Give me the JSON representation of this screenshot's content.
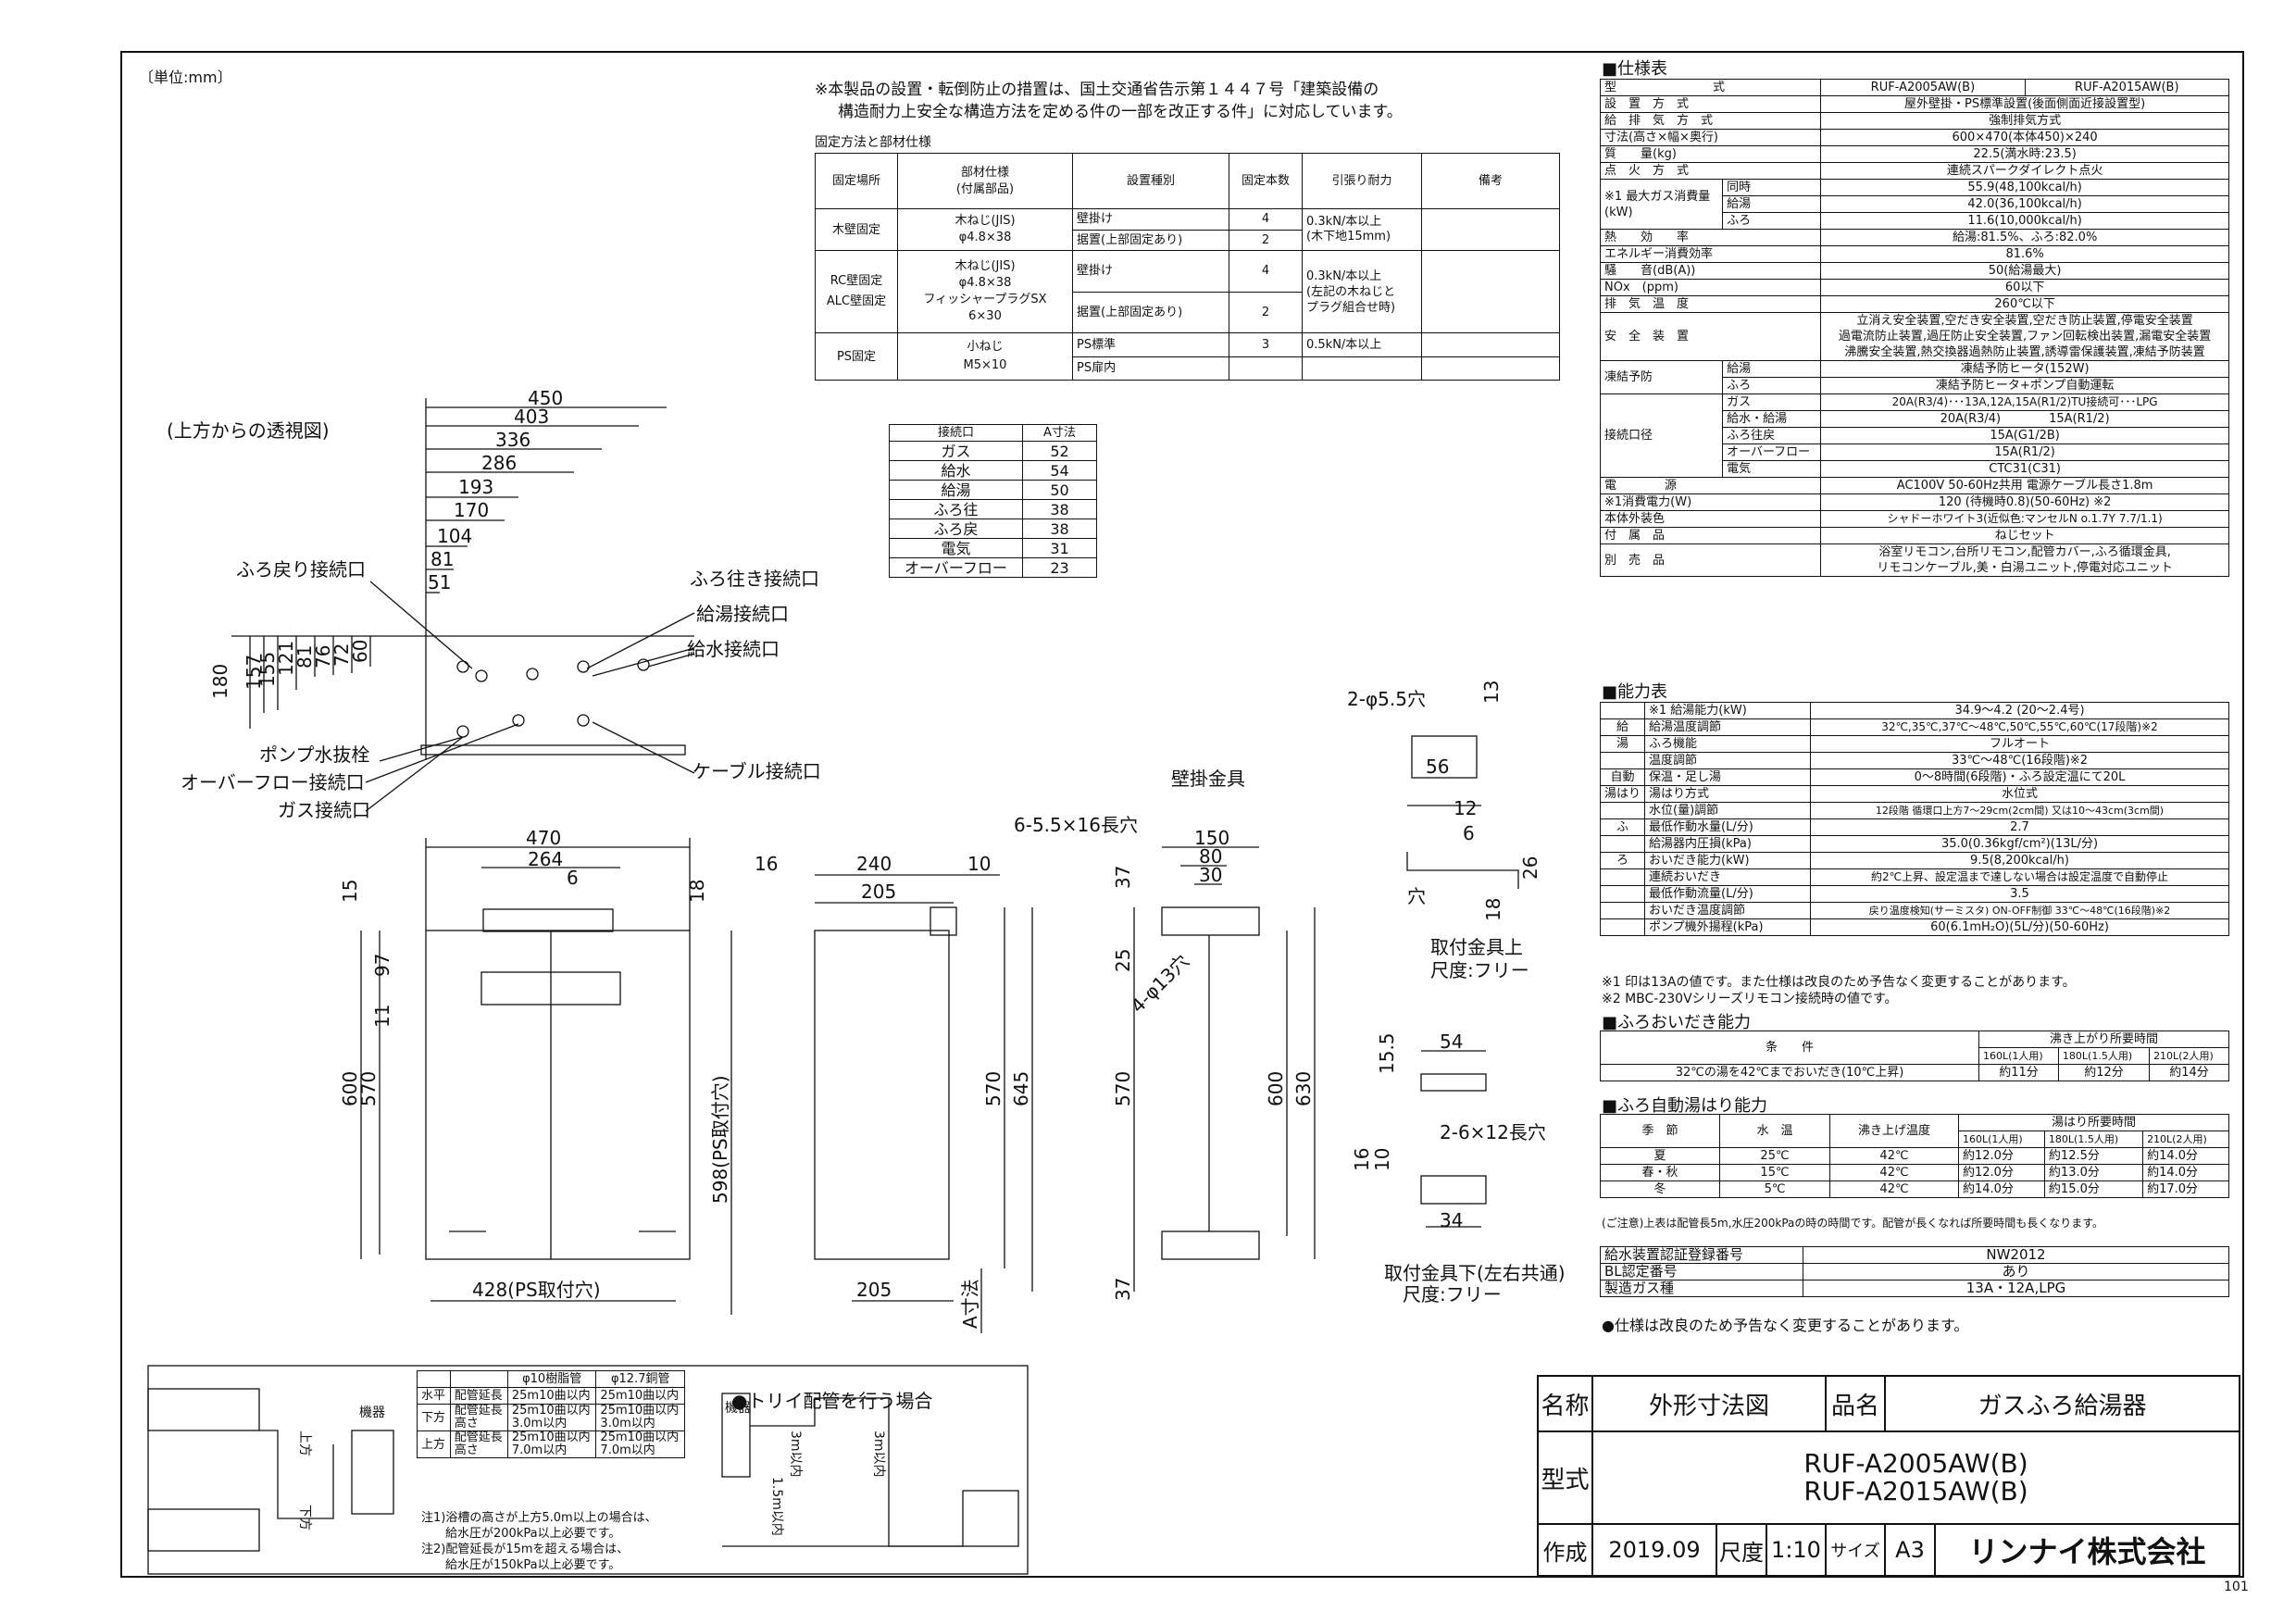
{
  "unit_label": "〔単位:mm〕",
  "notice": [
    "※本製品の設置・転倒防止の措置は、国土交通省告示第１４４７号「建築設備の",
    "構造耐力上安全な構造方法を定める件の一部を改正する件」に対応しています。"
  ],
  "fix_table": {
    "caption": "固定方法と部材仕様",
    "headers": [
      "固定場所",
      "部材仕様\n(付属部品)",
      "設置種別",
      "固定本数",
      "引張り耐力",
      "備考"
    ],
    "rows": [
      {
        "place": "木壁固定",
        "parts": "木ねじ(JIS)\nφ4.8×38",
        "kinds": [
          "壁掛け",
          "据置(上部固定あり)"
        ],
        "counts": [
          "4",
          "2"
        ],
        "strength": "0.3kN/本以上\n(木下地15mm)"
      },
      {
        "place": "RC壁固定\nALC壁固定",
        "parts": "木ねじ(JIS)\nφ4.8×38\nフィッシャープラグSX\n6×30",
        "kinds": [
          "壁掛け",
          "据置(上部固定あり)"
        ],
        "counts": [
          "4",
          "2"
        ],
        "strength": "0.3kN/本以上\n(左記の木ねじと\nプラグ組合せ時)"
      },
      {
        "place": "PS固定",
        "parts": "小ねじ\nM5×10",
        "kinds": [
          "PS標準",
          "PS扉内"
        ],
        "counts": [
          "3",
          ""
        ],
        "strength": "0.5kN/本以上"
      }
    ]
  },
  "conn_table": {
    "headers": [
      "接続口",
      "A寸法"
    ],
    "rows": [
      [
        "ガス",
        "52"
      ],
      [
        "給水",
        "54"
      ],
      [
        "給湯",
        "50"
      ],
      [
        "ふろ往",
        "38"
      ],
      [
        "ふろ戻",
        "38"
      ],
      [
        "電気",
        "31"
      ],
      [
        "オーバーフロー",
        "23"
      ]
    ]
  },
  "top_view": {
    "title": "(上方からの透視図)",
    "dims_h": [
      "450",
      "403",
      "336",
      "286",
      "193",
      "170",
      "104",
      "81",
      "51"
    ],
    "dims_v": [
      "180",
      "157",
      "155",
      "121",
      "81",
      "76",
      "72",
      "60"
    ],
    "labels": [
      "ふろ戻り接続口",
      "ふろ往き接続口",
      "給湯接続口",
      "給水接続口",
      "ポンプ水抜栓",
      "オーバーフロー接続口",
      "ガス接続口",
      "ケーブル接続口"
    ]
  },
  "front_view": {
    "dims": [
      "470",
      "264",
      "6",
      "15",
      "18",
      "97",
      "11",
      "600",
      "570",
      "598(PS取付穴)",
      "428(PS取付穴)"
    ]
  },
  "side_view": {
    "dims": [
      "16",
      "240",
      "10",
      "205",
      "570",
      "645",
      "205",
      "A寸法"
    ]
  },
  "bracket": {
    "title": "壁掛金具",
    "dims": [
      "6-5.5×16長穴",
      "150",
      "80",
      "30",
      "37",
      "25",
      "4-φ13穴",
      "570",
      "600",
      "630",
      "37"
    ],
    "upper": {
      "dims": [
        "2-φ5.5穴",
        "13",
        "56",
        "12",
        "6",
        "26",
        "18"
      ],
      "label": "穴",
      "caption": "取付金具上",
      "scale": "尺度:フリー"
    },
    "lower": {
      "dims": [
        "54",
        "15.5",
        "2-6×12長穴",
        "16",
        "10",
        "34"
      ],
      "caption": "取付金具下(左右共通)",
      "scale": "尺度:フリー"
    }
  },
  "spec": {
    "title": "■仕様表",
    "model_label": "型　　　　　　　　式",
    "models": [
      "RUF-A2005AW(B)",
      "RUF-A2015AW(B)"
    ],
    "rows": [
      [
        "設　置　方　式",
        "屋外壁掛・PS標準設置(後面側面近接設置型)"
      ],
      [
        "給　排　気　方　式",
        "強制排気方式"
      ],
      [
        "寸法(高さ×幅×奥行)",
        "600×470(本体450)×240"
      ],
      [
        "質　　量(kg)",
        "22.5(満水時:23.5)"
      ],
      [
        "点　火　方　式",
        "連続スパークダイレクト点火"
      ]
    ],
    "gas": {
      "label": "※1 最大ガス消費量\n(kW)",
      "items": [
        [
          "同時",
          "55.9(48,100kcal/h)"
        ],
        [
          "給湯",
          "42.0(36,100kcal/h)"
        ],
        [
          "ふろ",
          "11.6(10,000kcal/h)"
        ]
      ]
    },
    "rows2": [
      [
        "熱　　効　　率",
        "給湯:81.5%、ふろ:82.0%"
      ],
      [
        "エネルギー消費効率",
        "81.6%"
      ],
      [
        "騒　　音(dB(A))",
        "50(給湯最大)"
      ],
      [
        "NOx　(ppm)",
        "60以下"
      ],
      [
        "排　気　温　度",
        "260℃以下"
      ]
    ],
    "safety": {
      "label": "安　全　装　置",
      "text": [
        "立消え安全装置,空だき安全装置,空だき防止装置,停電安全装置",
        "過電流防止装置,過圧防止安全装置,ファン回転検出装置,漏電安全装置",
        "沸騰安全装置,熱交換器過熱防止装置,誘導雷保護装置,凍結予防装置"
      ]
    },
    "freeze": {
      "label": "凍結予防",
      "items": [
        [
          "給湯",
          "凍結予防ヒータ(152W)"
        ],
        [
          "ふろ",
          "凍結予防ヒータ+ポンプ自動運転"
        ]
      ]
    },
    "conn": {
      "label": "接続口径",
      "items": [
        [
          "ガス",
          "20A(R3/4)･･･13A,12A,15A(R1/2)TU接続可･･･LPG"
        ],
        [
          "給水・給湯",
          "20A(R3/4)　　　　15A(R1/2)"
        ],
        [
          "ふろ往戻",
          "15A(G1/2B)"
        ],
        [
          "オーバーフロー",
          "15A(R1/2)"
        ],
        [
          "電気",
          "CTC31(C31)"
        ]
      ]
    },
    "rows3": [
      [
        "電　　　　源",
        "AC100V 50-60Hz共用 電源ケーブル長さ1.8m"
      ],
      [
        "※1消費電力(W)",
        "120 (待機時0.8)(50-60Hz) ※2"
      ],
      [
        "本体外装色",
        "シャドーホワイト3(近似色:マンセルN o.1.7Y 7.7/1.1)"
      ],
      [
        "付　属　品",
        "ねじセット"
      ],
      [
        "別　売　品",
        "浴室リモコン,台所リモコン,配管カバー,ふろ循環金具,\nリモコンケーブル,美・白湯ユニット,停電対応ユニット"
      ]
    ]
  },
  "ability": {
    "title": "■能力表",
    "rows": [
      [
        "",
        "※1 給湯能力(kW)",
        "34.9～4.2 (20～2.4号)"
      ],
      [
        "給",
        "給湯温度調節",
        "32℃,35℃,37℃～48℃,50℃,55℃,60℃(17段階)※2"
      ],
      [
        "湯",
        "ふろ機能",
        "フルオート"
      ],
      [
        "",
        "温度調節",
        "33℃～48℃(16段階)※2"
      ],
      [
        "自動",
        "保温・足し湯",
        "0～8時間(6段階)・ふろ設定温にて20L"
      ],
      [
        "湯はり",
        "湯はり方式",
        "水位式"
      ],
      [
        "",
        "水位(量)調節",
        "12段階 循環口上方7～29cm(2cm間) 又は10～43cm(3cm間)"
      ],
      [
        "ふ",
        "最低作動水量(L/分)",
        "2.7"
      ],
      [
        "",
        "給湯器内圧損(kPa)",
        "35.0(0.36kgf/cm²)(13L/分)"
      ],
      [
        "ろ",
        "おいだき能力(kW)",
        "9.5(8,200kcal/h)"
      ],
      [
        "",
        "連続おいだき",
        "約2℃上昇、設定温まで達しない場合は設定温度で自動停止"
      ],
      [
        "",
        "最低作動流量(L/分)",
        "3.5"
      ],
      [
        "",
        "おいだき温度調節",
        "戻り温度検知(サーミスタ) ON-OFF制御 33℃～48℃(16段階)※2"
      ],
      [
        "",
        "ポンプ機外揚程(kPa)",
        "60(6.1mH₂O)(5L/分)(50-60Hz)"
      ]
    ],
    "notes": [
      "※1 印は13Aの値です。また仕様は改良のため予告なく変更することがあります。",
      "※2 MBC-230Vシリーズリモコン接続時の値です。"
    ]
  },
  "reheat": {
    "title": "■ふろおいだき能力",
    "headers": [
      "条　　件",
      "沸き上がり所要時間"
    ],
    "sub": [
      "160L(1人用)",
      "180L(1.5人用)",
      "210L(2人用)"
    ],
    "row": [
      "32℃の湯を42℃までおいだき(10℃上昇)",
      "約11分",
      "約12分",
      "約14分"
    ]
  },
  "autofill": {
    "title": "■ふろ自動湯はり能力",
    "headers": [
      "季　節",
      "水　温",
      "沸き上げ温度",
      "湯はり所要時間"
    ],
    "sub": [
      "160L(1人用)",
      "180L(1.5人用)",
      "210L(2人用)"
    ],
    "rows": [
      [
        "夏",
        "25℃",
        "42℃",
        "約12.0分",
        "約12.5分",
        "約14.0分"
      ],
      [
        "春・秋",
        "15℃",
        "42℃",
        "約12.0分",
        "約13.0分",
        "約14.0分"
      ],
      [
        "冬",
        "5℃",
        "42℃",
        "約14.0分",
        "約15.0分",
        "約17.0分"
      ]
    ],
    "note": "(ご注意)上表は配管長5m,水圧200kPaの時の時間です。配管が長くなれば所要時間も長くなります。"
  },
  "cert": {
    "rows": [
      [
        "給水装置認証登録番号",
        "NW2012"
      ],
      [
        "BL認定番号",
        "あり"
      ],
      [
        "製造ガス種",
        "13A・12A,LPG"
      ]
    ],
    "note": "●仕様は改良のため予告なく変更することがあります。"
  },
  "piping": {
    "headers": [
      "",
      "",
      "φ10樹脂管",
      "φ12.7銅管"
    ],
    "rows": [
      [
        "水平",
        "配管延長",
        "25m10曲以内",
        "25m10曲以内"
      ],
      [
        "下方",
        "配管延長\n高さ",
        "25m10曲以内\n3.0m以内",
        "25m10曲以内\n3.0m以内"
      ],
      [
        "上方",
        "配管延長\n高さ",
        "25m10曲以内\n7.0m以内",
        "25m10曲以内\n7.0m以内"
      ]
    ],
    "notes": [
      "注1)浴槽の高さが上方5.0m以上の場合は、",
      "　　給水圧が200kPa以上必要です。",
      "注2)配管延長が15mを超える場合は、",
      "　　給水圧が150kPa以上必要です。"
    ],
    "labels": [
      "上方",
      "下方",
      "機器"
    ],
    "trap_title": "●トリイ配管を行う場合",
    "trap_labels": [
      "機器",
      "3m以内",
      "1.5m以内",
      "3m以内"
    ]
  },
  "title_block": {
    "name_label": "名称",
    "name": "外形寸法図",
    "product_label": "品名",
    "product": "ガスふろ給湯器",
    "model_label": "型式",
    "models": [
      "RUF-A2005AW(B)",
      "RUF-A2015AW(B)"
    ],
    "made_label": "作成",
    "date": "2019.09",
    "scale_label": "尺度",
    "scale": "1:10",
    "size_label": "サイズ",
    "size": "A3",
    "company": "リンナイ株式会社"
  },
  "page_num": "101"
}
